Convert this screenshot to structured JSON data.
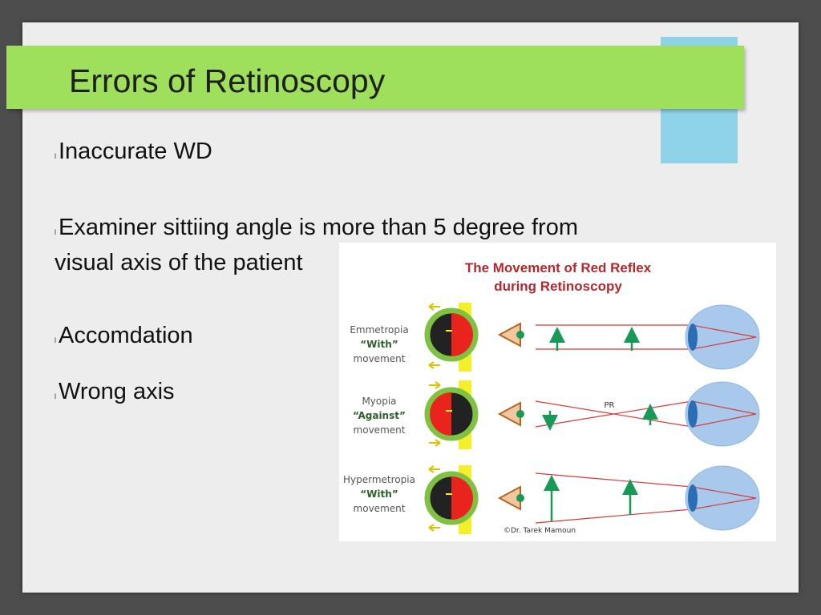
{
  "slide": {
    "title": "Errors of Retinoscopy",
    "bullet_marker": "l",
    "bullets": [
      {
        "line1": "Inaccurate WD",
        "line2": ""
      },
      {
        "line1": "Examiner sittiing angle is more than 5 degree from",
        "line2": "visual axis of the patient"
      },
      {
        "line1": "Accomdation",
        "line2": ""
      },
      {
        "line1": "Wrong axis",
        "line2": ""
      }
    ]
  },
  "figure": {
    "title_line1": "The Movement of Red Reflex",
    "title_line2": "during Retinoscopy",
    "rows": [
      {
        "name": "Emmetropia",
        "type": "“With”",
        "movement": "movement"
      },
      {
        "name": "Myopia",
        "type": "“Against”",
        "movement": "movement"
      },
      {
        "name": "Hypermetropia",
        "type": "“With”",
        "movement": "movement"
      }
    ],
    "pr_label": "PR",
    "credit": "©Dr. Tarek Mamoun",
    "colors": {
      "title": "#b3282d",
      "label": "#555555",
      "type": "#2e5d2e",
      "ray": "#d83a3a",
      "arrow": "#169a55",
      "reflex": "#e8241d",
      "yellow": "#f5ef2a",
      "eye": "#a9c9ec"
    }
  }
}
